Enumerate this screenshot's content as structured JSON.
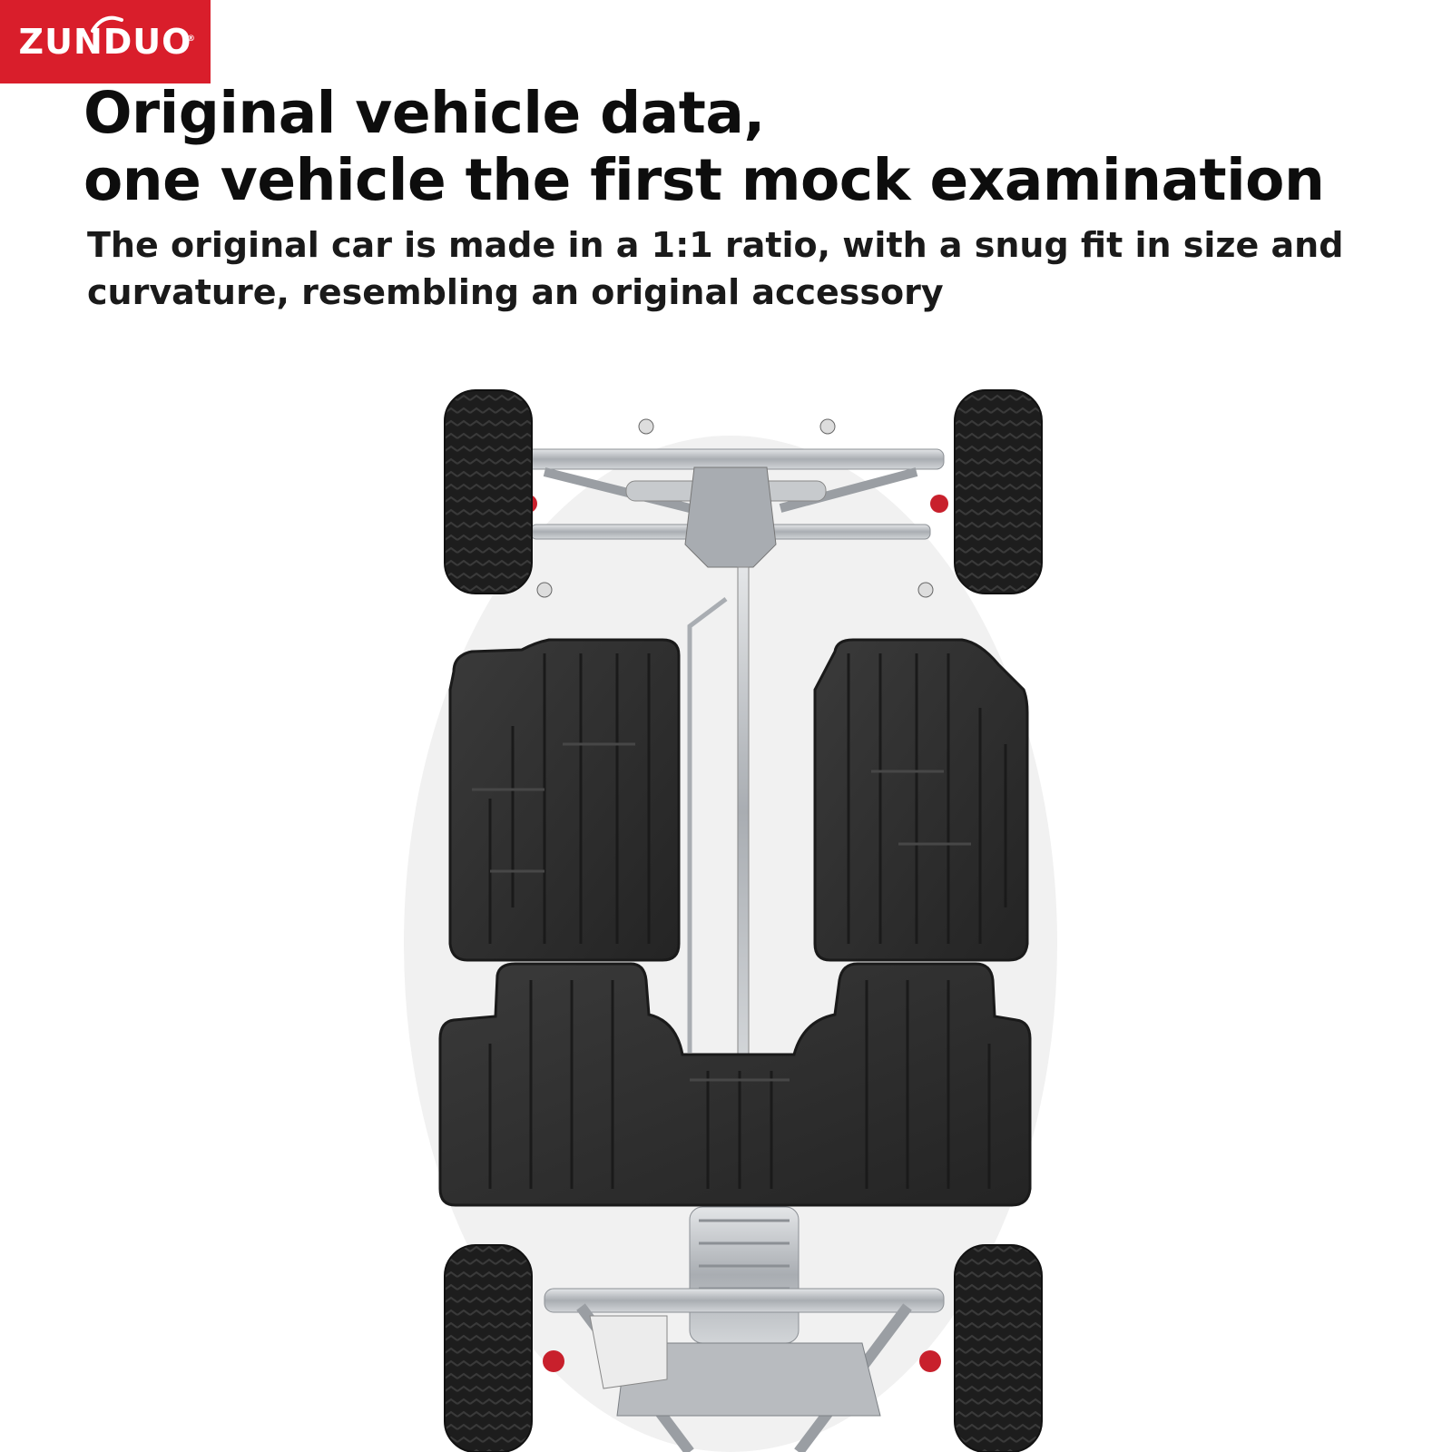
{
  "brand": {
    "logo_text": "ZUNDUO",
    "logo_mark": "®",
    "color": "#d91e2b"
  },
  "headline": {
    "line1": "Original vehicle data,",
    "line2": "one vehicle the first mock examination"
  },
  "description": "The original car is made in a 1:1 ratio, with a snug fit in size and curvature, resembling an original accessory",
  "illustration": {
    "subject": "car-chassis-with-floor-mats",
    "mat_color": "#2e2e2e",
    "tire_color": "#1c1c1c",
    "metal_color": "#b9bcc0"
  }
}
